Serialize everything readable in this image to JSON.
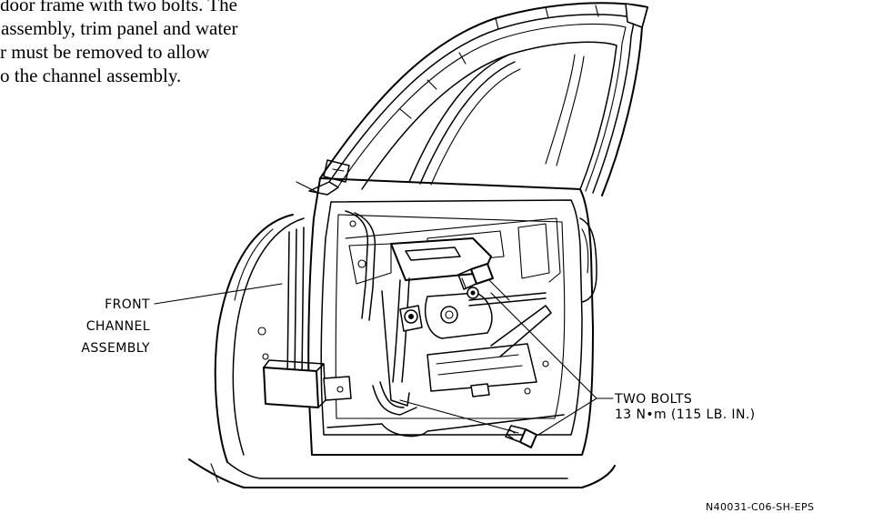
{
  "intro_text": {
    "lines": [
      "door frame with two bolts. The",
      "assembly, trim panel and water",
      "r must be removed to allow",
      "o the channel assembly."
    ]
  },
  "callouts": {
    "front_channel": [
      "FRONT",
      "CHANNEL",
      "ASSEMBLY"
    ],
    "two_bolts": {
      "title": "TWO BOLTS",
      "torque": "13 N•m (115 LB. IN.)"
    }
  },
  "figure_id": "N40031-C06-SH-EPS"
}
